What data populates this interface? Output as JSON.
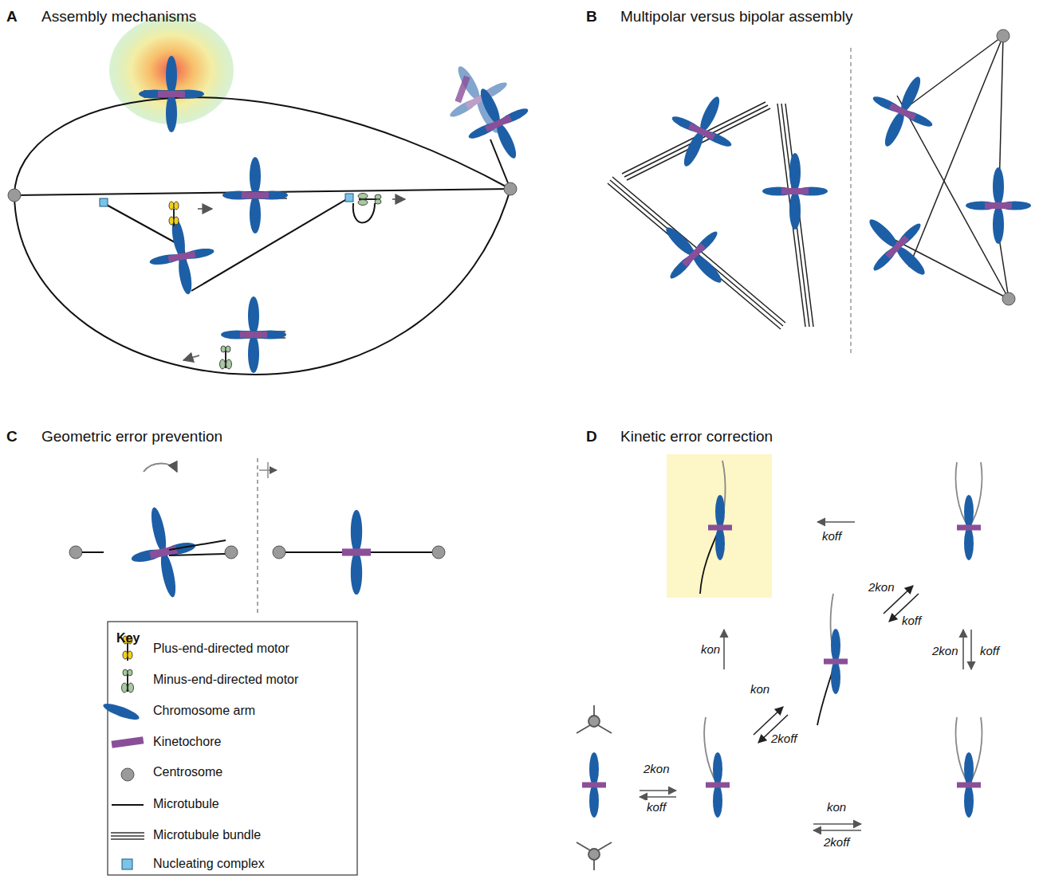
{
  "diagram": {
    "labels": [
      "A",
      "Assembly mechanisms",
      "B",
      "Multipolar versus bipolar assembly",
      "C",
      "Geometric error prevention",
      "D",
      "Kinetic error correction",
      "Key",
      "koff",
      "2kon",
      "koff",
      "2kon",
      "koff",
      "kon",
      "kon",
      "2koff",
      "2kon",
      "koff",
      "kon",
      "2koff"
    ],
    "legend": [
      {
        "text": "Plus-end-directed motor"
      },
      {
        "text": "Minus-end-directed motor"
      },
      {
        "text": "Chromosome arm"
      },
      {
        "text": "Kinetochore"
      },
      {
        "text": "Centrosome"
      },
      {
        "text": "Microtubule"
      },
      {
        "text": "Microtubule bundle"
      },
      {
        "text": "Nucleating complex"
      }
    ]
  }
}
